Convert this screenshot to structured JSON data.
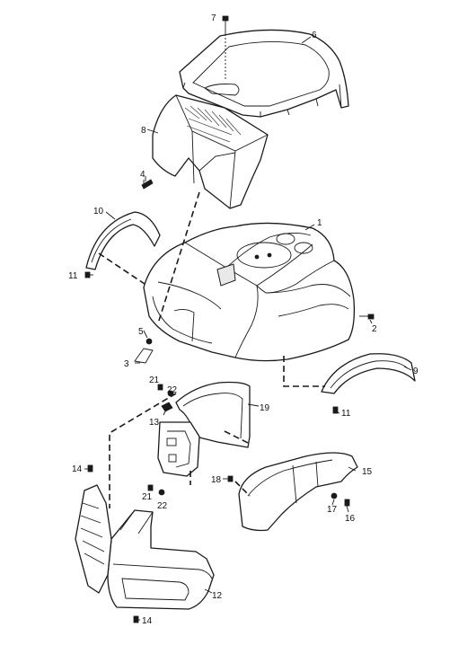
{
  "callouts": {
    "c1": "1",
    "c2": "2",
    "c3": "3",
    "c4": "4",
    "c5": "5",
    "c6": "6",
    "c7": "7",
    "c8": "8",
    "c9": "9",
    "c10": "10",
    "c11a": "11",
    "c11b": "11",
    "c12": "12",
    "c13": "13",
    "c14a": "14",
    "c14b": "14",
    "c15": "15",
    "c16": "16",
    "c17": "17",
    "c18": "18",
    "c19": "19",
    "c21a": "21",
    "c21b": "21",
    "c22a": "22",
    "c22b": "22"
  }
}
